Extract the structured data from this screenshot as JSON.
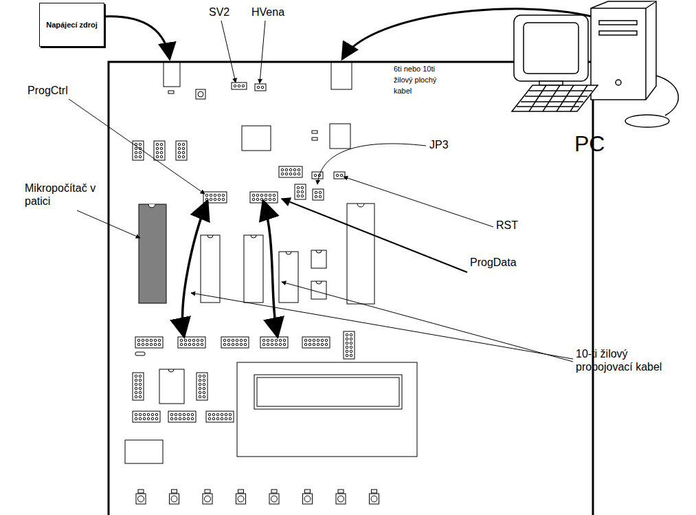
{
  "diagram": {
    "nodes": [
      {
        "text": [
          "Napájecí zdroj"
        ]
      }
    ],
    "labels": [
      "SV2",
      "HVena",
      "6ti nebo 10ti žilový plochý kabel",
      "ProgCtrl",
      "JP3",
      "PC",
      "Mikropočítač v patici",
      "RST",
      "ProgData",
      "10-ti žilový propojovací kabel"
    ]
  }
}
